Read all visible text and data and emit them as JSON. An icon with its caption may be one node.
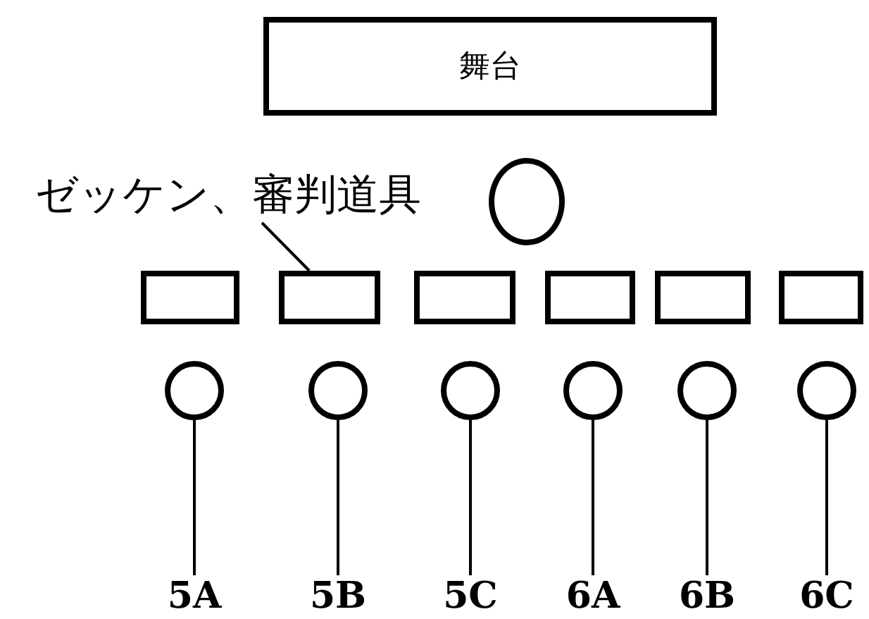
{
  "diagram": {
    "nodes": [
      {
        "text": [
          "舞台"
        ]
      },
      {
        "text": [
          "ゼッケン、審判道具"
        ]
      },
      {
        "text": [],
        "shape": "circle"
      },
      {
        "text": [],
        "shape": "box"
      },
      {
        "text": [],
        "shape": "box"
      },
      {
        "text": [],
        "shape": "box"
      },
      {
        "text": [],
        "shape": "box"
      },
      {
        "text": [],
        "shape": "box"
      },
      {
        "text": [],
        "shape": "box"
      },
      {
        "text": [],
        "shape": "circle"
      },
      {
        "text": [],
        "shape": "circle"
      },
      {
        "text": [],
        "shape": "circle"
      },
      {
        "text": [],
        "shape": "circle"
      },
      {
        "text": [],
        "shape": "circle"
      },
      {
        "text": [],
        "shape": "circle"
      },
      {
        "text": [
          "5A"
        ]
      },
      {
        "text": [
          "5B"
        ]
      },
      {
        "text": [
          "5C"
        ]
      },
      {
        "text": [
          "6A"
        ]
      },
      {
        "text": [
          "6B"
        ]
      },
      {
        "text": [
          "6C"
        ]
      }
    ],
    "edges": [
      {
        "from": 1,
        "to": 4,
        "arrow": "none"
      },
      {
        "from": 15,
        "to": 9,
        "arrow": "none"
      },
      {
        "from": 16,
        "to": 10,
        "arrow": "none"
      },
      {
        "from": 17,
        "to": 11,
        "arrow": "none"
      },
      {
        "from": 18,
        "to": 12,
        "arrow": "none"
      },
      {
        "from": 19,
        "to": 13,
        "arrow": "none"
      },
      {
        "from": 20,
        "to": 14,
        "arrow": "none"
      }
    ]
  }
}
